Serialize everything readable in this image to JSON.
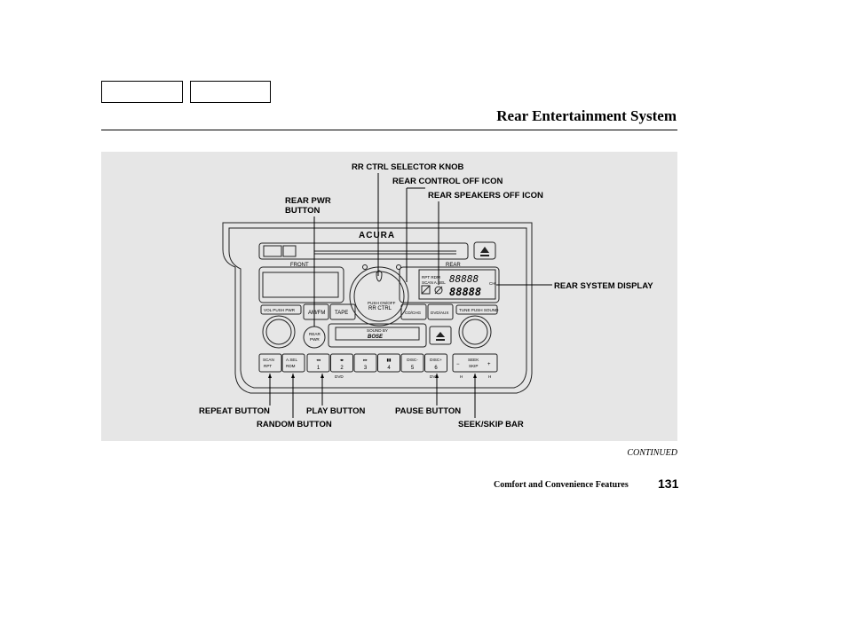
{
  "page": {
    "title": "Rear Entertainment System",
    "continued": "CONTINUED",
    "section": "Comfort and Convenience Features",
    "page_number": "131"
  },
  "callouts": {
    "rr_ctrl_knob": "RR CTRL SELECTOR KNOB",
    "rear_control_off": "REAR CONTROL OFF ICON",
    "rear_speakers_off": "REAR SPEAKERS OFF ICON",
    "rear_pwr_1": "REAR PWR",
    "rear_pwr_2": "BUTTON",
    "rear_system_display": "REAR SYSTEM DISPLAY",
    "repeat": "REPEAT BUTTON",
    "play": "PLAY BUTTON",
    "pause": "PAUSE BUTTON",
    "seek_skip": "SEEK/SKIP BAR",
    "random": "RANDOM BUTTON"
  },
  "unit": {
    "brand": "ACURA",
    "front": "FRONT",
    "rear": "REAR",
    "knob_1": "PUSH ON/OFF",
    "knob_2": "RR CTRL",
    "vol": "VOL PUSH PWR",
    "tune": "TUNE PUSH SOUND",
    "am_fm": "AM/FM",
    "tape": "TAPE",
    "cd_chg": "CD/CHG",
    "dvd_aux": "DVD/AUX",
    "rear_pwr_1": "REAR",
    "rear_pwr_2": "PWR",
    "sound_by": "SOUND BY",
    "bose": "BOSE",
    "scan": "SCAN",
    "rpt": "RPT",
    "asel": "A.SEL",
    "rdm": "RDM",
    "disc_minus": "DISC-",
    "disc_plus": "DISC+",
    "seek": "SEEK",
    "skip": "SKIP",
    "presets": [
      "1",
      "2",
      "3",
      "4",
      "5",
      "6"
    ],
    "rpt_rdm": "RPT RDM",
    "scan_asel": "SCAN A.SEL",
    "rear_ch": "CH",
    "dvd_play": "DVD",
    "dvd_pause": "DVD",
    "h1": "H",
    "h2": "H"
  }
}
